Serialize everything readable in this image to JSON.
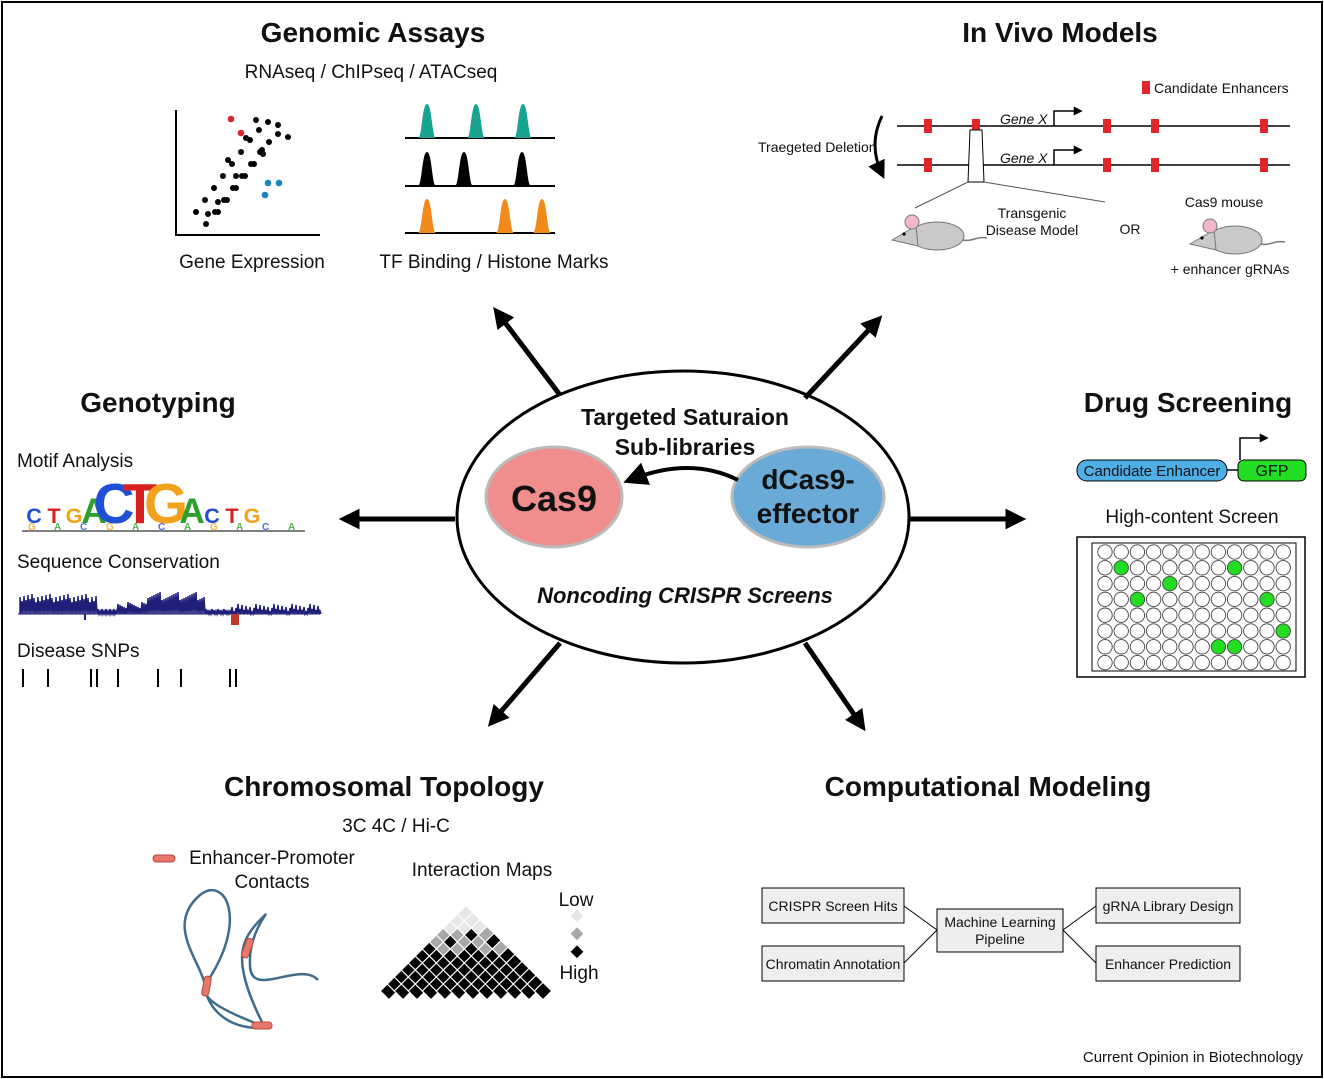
{
  "center": {
    "title_line1": "Targeted Saturaion",
    "title_line2": "Sub-libraries",
    "cas9": "Cas9",
    "dcas9_line1": "dCas9-",
    "dcas9_line2": "effector",
    "caption": "Noncoding CRISPR Screens",
    "colors": {
      "cas9": "#f08e8e",
      "dcas9": "#6aaad6"
    }
  },
  "genomic_assays": {
    "title": "Genomic Assays",
    "subtitle": "RNAseq / ChIPseq / ATACseq",
    "label_expression": "Gene Expression",
    "label_binding": "TF Binding / Histone Marks",
    "track_colors": [
      "#1aa393",
      "#000000",
      "#f28a1b"
    ]
  },
  "in_vivo": {
    "title": "In Vivo Models",
    "legend": "Candidate Enhancers",
    "deletion": "Traegeted Deletion",
    "gene": "Gene X",
    "transgenic_line1": "Transgenic",
    "transgenic_line2": "Disease Model",
    "or": "OR",
    "cas9_mouse": "Cas9 mouse",
    "gRNAs": "+ enhancer gRNAs",
    "enhancer_color": "#e0262b"
  },
  "genotyping": {
    "title": "Genotyping",
    "motif": "Motif Analysis",
    "logo_letters": [
      "C",
      "T",
      "G",
      "A",
      "C",
      "T",
      "G",
      "A",
      "C",
      "T",
      "G"
    ],
    "conservation": "Sequence Conservation",
    "snps": "Disease SNPs"
  },
  "drug": {
    "title": "Drug Screening",
    "enhancer": "Candidate Enhancer",
    "gfp": "GFP",
    "screen": "High-content Screen",
    "colors": {
      "enhancer": "#4faee5",
      "gfp": "#22dd22"
    }
  },
  "topology": {
    "title": "Chromosomal Topology",
    "subtitle": "3C  4C / Hi-C",
    "contacts_line1": "Enhancer-Promoter",
    "contacts_line2": "Contacts",
    "maps": "Interaction Maps",
    "low": "Low",
    "high": "High"
  },
  "computational": {
    "title": "Computational Modeling",
    "box_hits": "CRISPR Screen Hits",
    "box_chromatin": "Chromatin Annotation",
    "box_ml_line1": "Machine Learning",
    "box_ml_line2": "Pipeline",
    "box_grna": "gRNA Library Design",
    "box_enhancer": "Enhancer Prediction"
  },
  "footer": {
    "journal": "Current Opinion in Biotechnology"
  }
}
